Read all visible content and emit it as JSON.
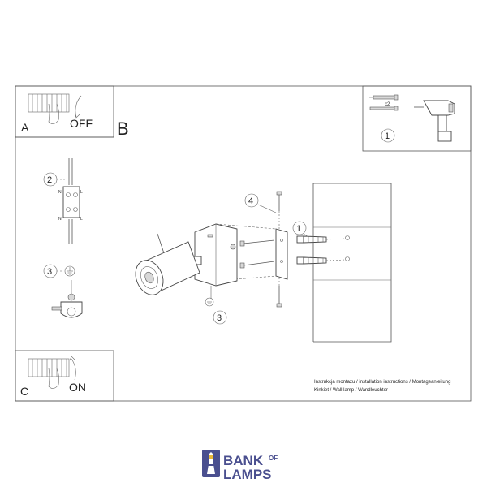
{
  "panels": {
    "a": {
      "letter": "A",
      "action": "OFF"
    },
    "b": {
      "letter": "B"
    },
    "c": {
      "letter": "C",
      "action": "ON"
    }
  },
  "step_numbers": {
    "tools": "1",
    "wiring": "2",
    "grounding": "3",
    "dowel": "1",
    "bracket_screw": "4",
    "lamp_ground": "3"
  },
  "tools": {
    "quantity": "x2"
  },
  "wiring": {
    "terminal_left": "N",
    "terminal_right": "L"
  },
  "instructions": {
    "line1": "Instrukcja montażu / installation instructions / Montageanleitung",
    "line2": "Kinkiet / Wall lamp / Wandleuchter"
  },
  "brand": {
    "word1": "BANK",
    "word_small": "OF",
    "word2": "LAMPS",
    "color": "#4a4f8f",
    "accent_color": "#e8b83a"
  }
}
